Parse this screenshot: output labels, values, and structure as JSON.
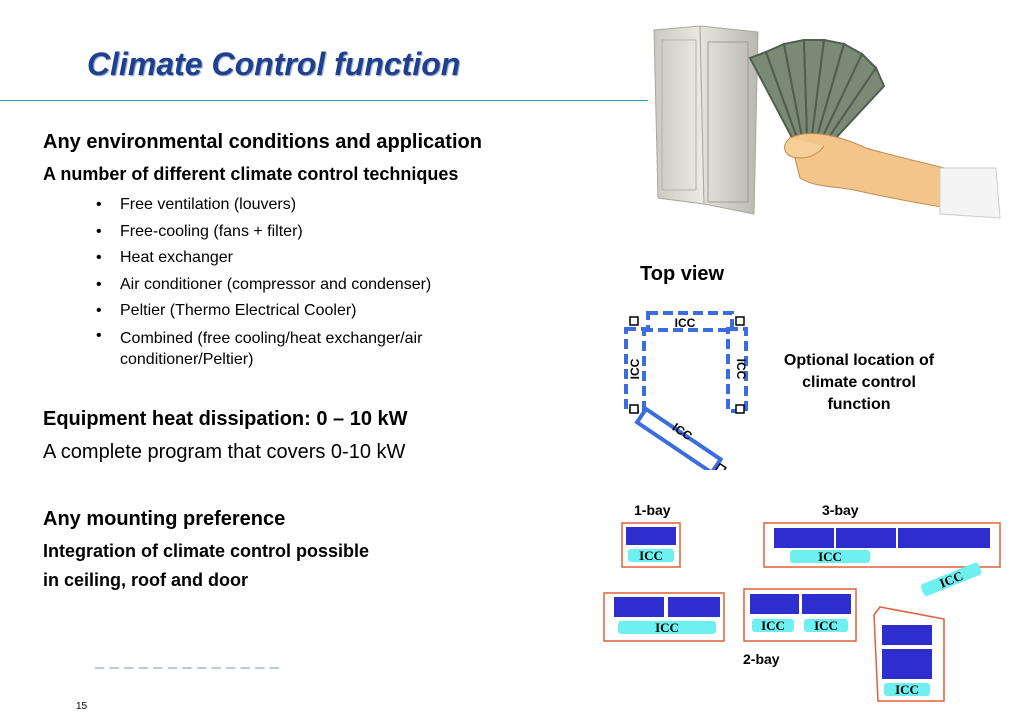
{
  "title": "Climate Control function",
  "section1": {
    "heading": "Any environmental conditions and application",
    "subheading": "A number of different climate control techniques",
    "bullets": [
      "Free ventilation (louvers)",
      "Free-cooling (fans + filter)",
      "Heat exchanger",
      "Air conditioner (compressor and condenser)",
      "Peltier (Thermo Electrical Cooler)",
      "Combined (free cooling/heat exchanger/air conditioner/Peltier)"
    ]
  },
  "section2": {
    "heading": "Equipment heat dissipation: 0 – 10 kW",
    "text": "A complete program that covers 0-10 kW"
  },
  "section3": {
    "heading": "Any mounting preference",
    "line1": "Integration of climate control possible",
    "line2": "in ceiling, roof and door"
  },
  "top_view": {
    "label": "Top view",
    "icc": "ICC",
    "optional_label": "Optional location of climate control function"
  },
  "bays": {
    "one_bay": "1-bay",
    "two_bay": "2-bay",
    "three_bay": "3-bay",
    "icc": "ICC"
  },
  "slide_number": "15",
  "colors": {
    "title": "#1f3f8f",
    "rule": "#2a9bbd",
    "unit_blue": "#2e2ecf",
    "icc_cyan": "#6ff0f0",
    "cabinet_outline": "#e0603a",
    "dash_blue": "#3a6ee0"
  }
}
